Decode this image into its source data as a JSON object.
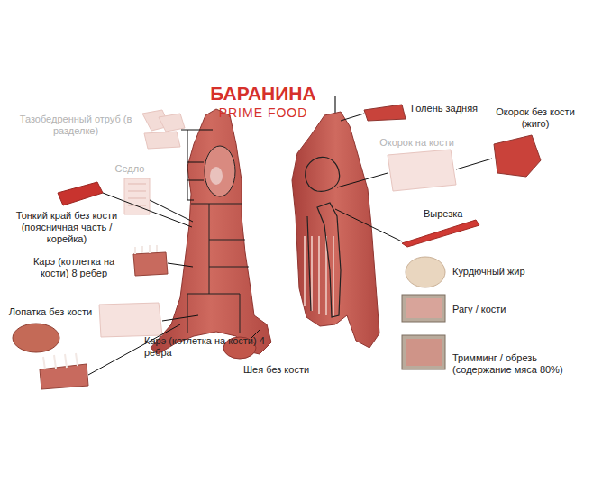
{
  "diagram": {
    "title": "БАРАНИНА",
    "labels": [
      "PRIME FOOD",
      "Тазобедренный отруб (в разделке)",
      "Голень задняя",
      "Окорок без кости (жиго)",
      "Окорок на кости",
      "Седло",
      "Тонкий край без кости (поясничная часть / корейка)",
      "Вырезка",
      "Карэ (котлетка на кости) 8 ребер",
      "Курдючный жир",
      "Рагу / кости",
      "Лопатка без кости",
      "Карэ (котлетка на кости) 4 ребра",
      "Шея без кости",
      "Тримминг / обрезь (содержание мяса 80%)"
    ]
  }
}
